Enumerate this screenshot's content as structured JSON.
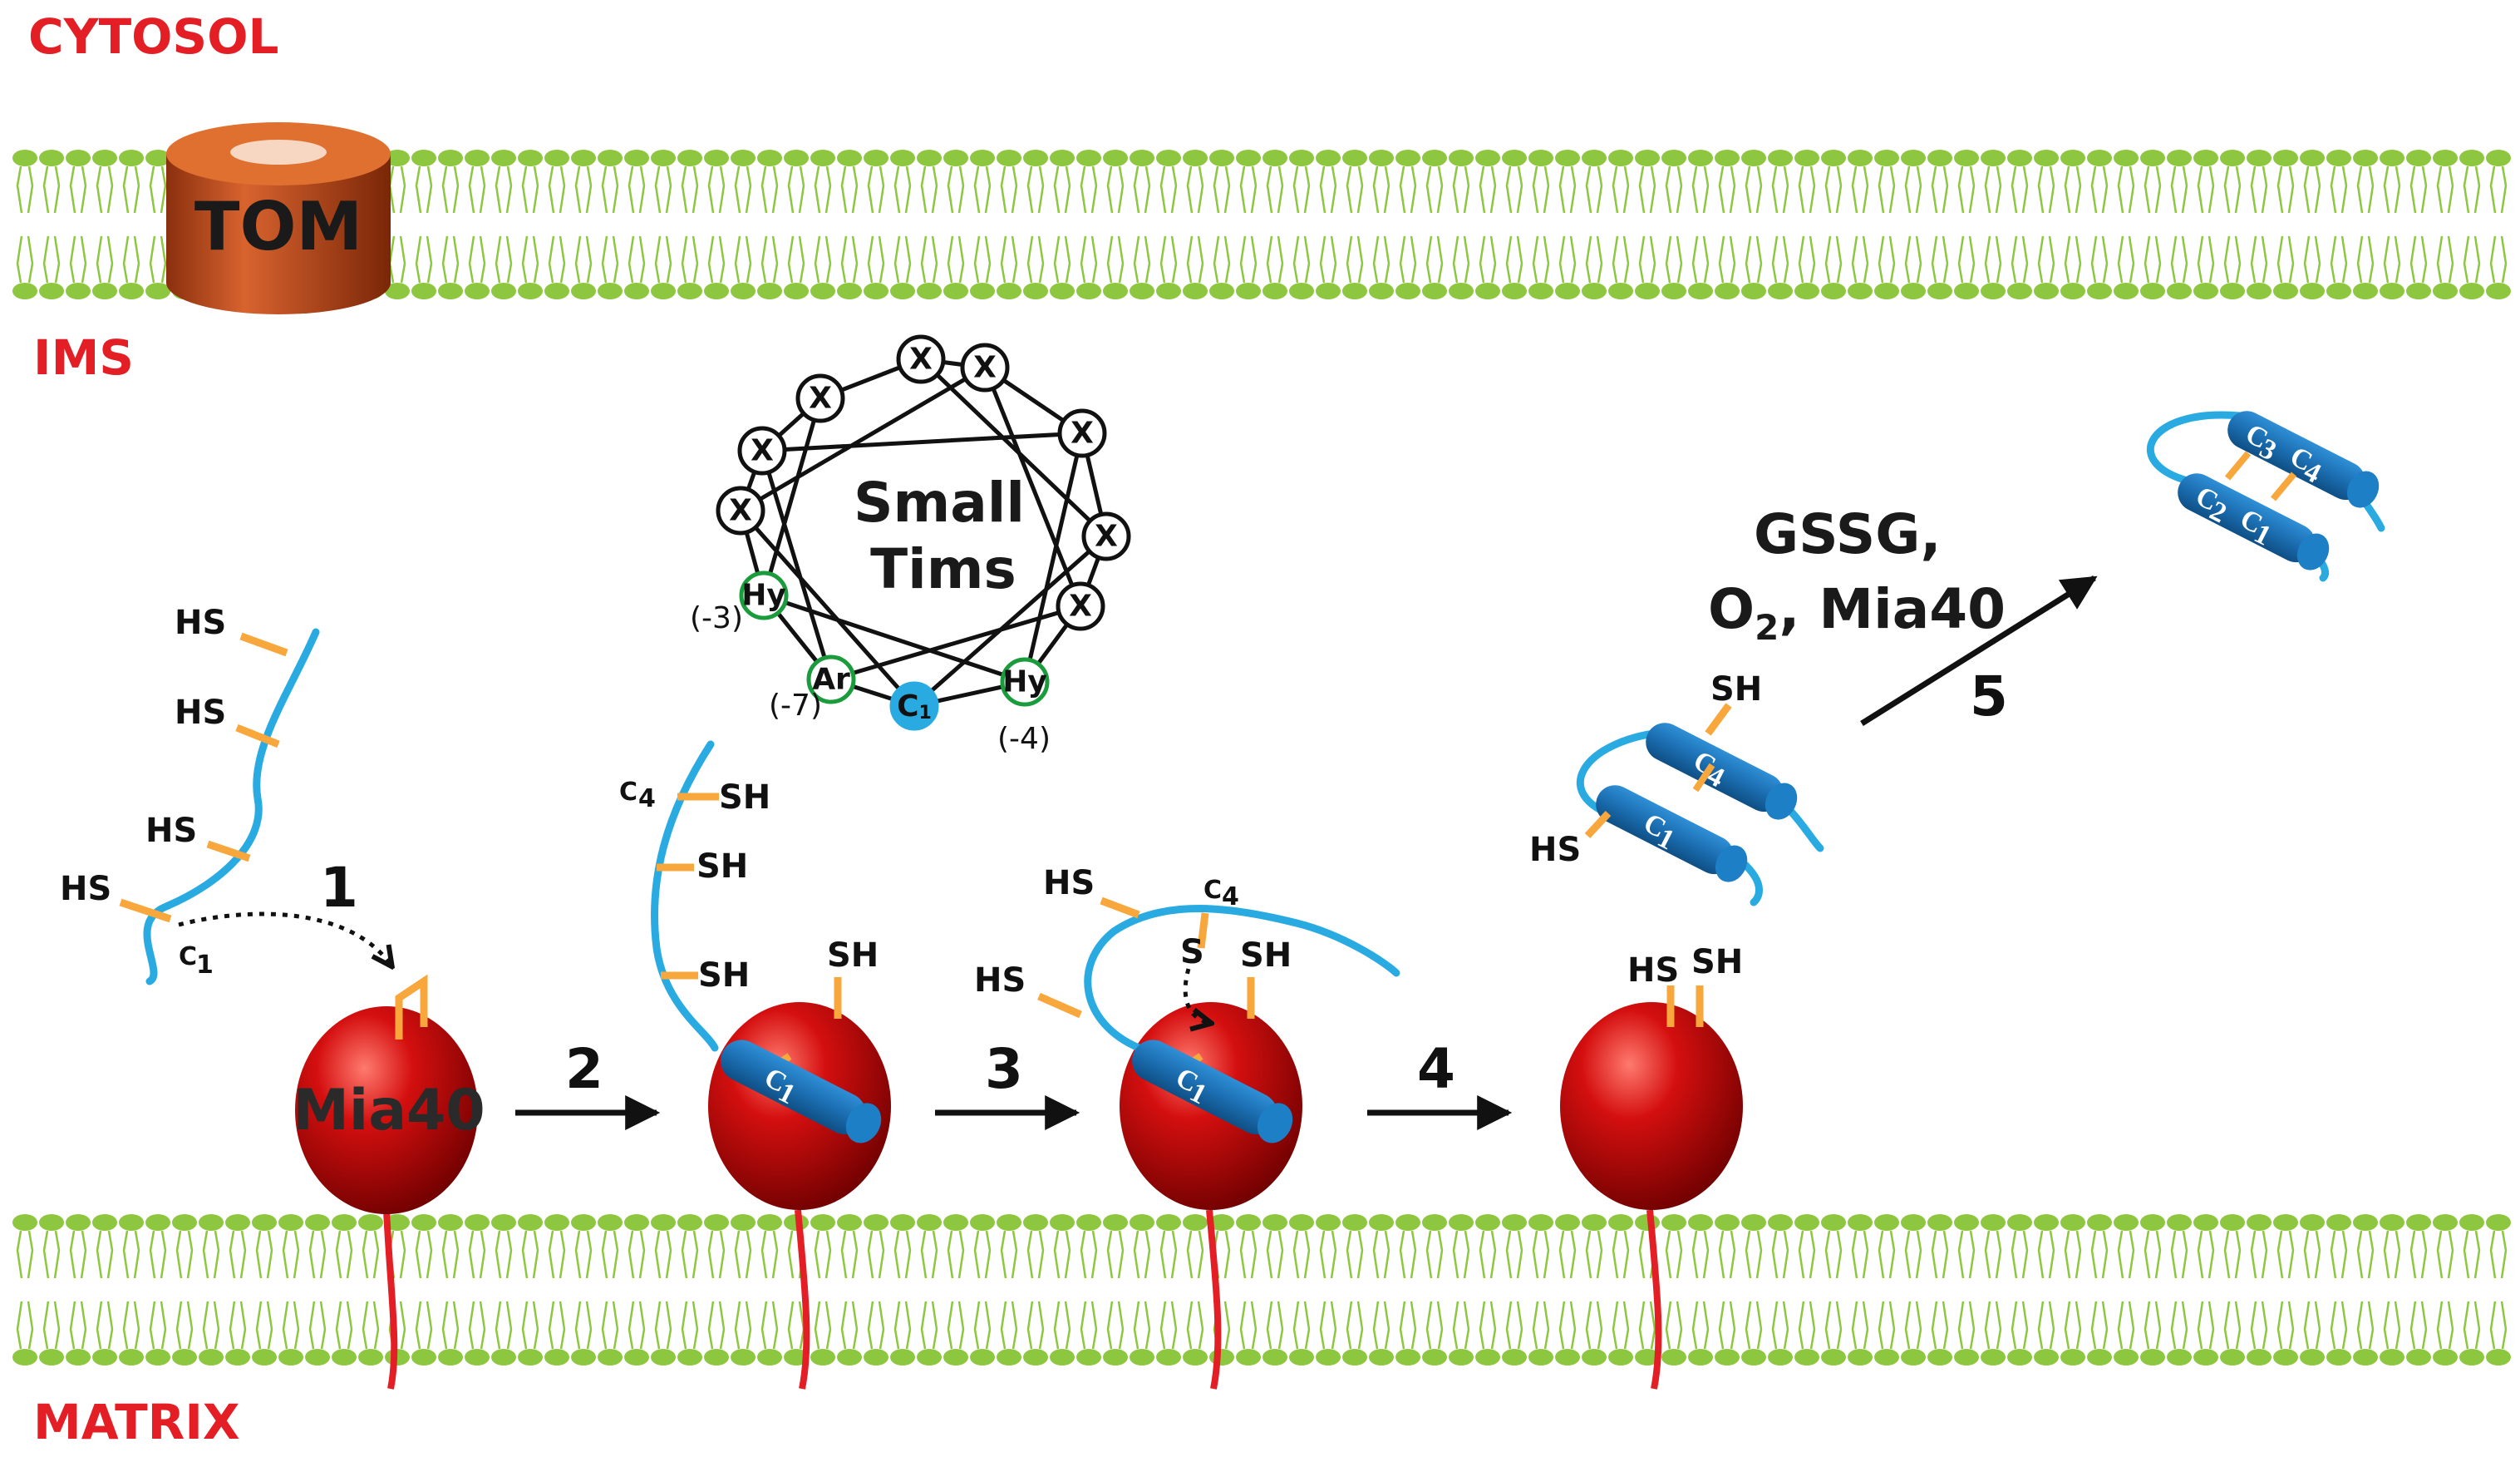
{
  "compartments": {
    "cytosol": "CYTOSOL",
    "ims": "IMS",
    "matrix": "MATRIX"
  },
  "tom_label": "TOM",
  "mia40_label": "Mia40",
  "wheel": {
    "title_line1": "Small",
    "title_line2": "Tims",
    "residues": [
      "X",
      "X",
      "X",
      "X",
      "X",
      "X",
      "X",
      "X",
      "Hy",
      "Ar",
      "C1",
      "Hy"
    ],
    "c1_label": "C",
    "c1_sub": "1",
    "pos_left_upper": "(-3)",
    "pos_left_lower": "(-7)",
    "pos_right": "(-4)"
  },
  "steps": [
    "1",
    "2",
    "3",
    "4",
    "5"
  ],
  "thiols": {
    "hs": "HS",
    "sh": "SH",
    "s": "S"
  },
  "cys": {
    "c": "C",
    "n1": "1",
    "n2": "2",
    "n3": "3",
    "n4": "4"
  },
  "oxidants": {
    "line1": "GSSG,",
    "o": "O",
    "o_sub": "2",
    "line2_rest": ", Mia40"
  },
  "colors": {
    "compartment": "#e31e24",
    "membrane": "#8dc63f",
    "tom": "#b8471e",
    "mia40": "#c00000",
    "protein": "#29abe2",
    "helix": "#1a75b8",
    "thiol": "#f7a73b"
  }
}
